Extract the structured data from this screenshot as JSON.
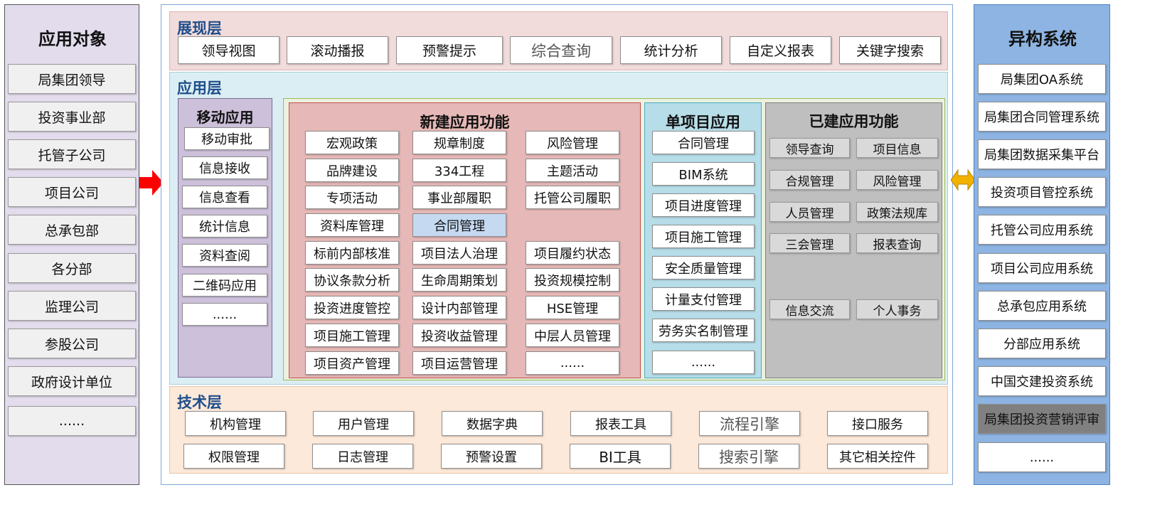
{
  "left_panel": {
    "title": "应用对象",
    "items": [
      "局集团领导",
      "投资事业部",
      "托管子公司",
      "项目公司",
      "总承包部",
      "各分部",
      "监理公司",
      "参股公司",
      "政府设计单位",
      "......"
    ]
  },
  "right_panel": {
    "title": "异构系统",
    "items": [
      "局集团OA系统",
      "局集团合同管理系统",
      "局集团数据采集平台",
      "投资项目管控系统",
      "托管公司应用系统",
      "项目公司应用系统",
      "总承包应用系统",
      "分部应用系统",
      "中国交建投资系统",
      "局集团投资营销评审",
      "......"
    ]
  },
  "presentation_layer": {
    "title": "展现层",
    "items": [
      "领导视图",
      "滚动播报",
      "预警提示",
      "综合查询",
      "统计分析",
      "自定义报表",
      "关键字搜索"
    ]
  },
  "application_layer": {
    "title": "应用层",
    "mobile": {
      "title": "移动应用",
      "items": [
        "移动审批",
        "信息接收",
        "信息查看",
        "统计信息",
        "资料查阅",
        "二维码应用",
        "......"
      ]
    },
    "new_functions": {
      "title": "新建应用功能",
      "items": [
        "宏观政策",
        "规章制度",
        "风险管理",
        "品牌建设",
        "334工程",
        "主题活动",
        "专项活动",
        "事业部履职",
        "托管公司履职",
        "资料库管理",
        "合同管理",
        "标前内部核准",
        "项目法人治理",
        "项目履约状态",
        "协议条款分析",
        "生命周期策划",
        "投资规模控制",
        "投资进度管控",
        "设计内部管理",
        "HSE管理",
        "项目施工管理",
        "投资收益管理",
        "中层人员管理",
        "项目资产管理",
        "项目运营管理",
        "......"
      ]
    },
    "single_project": {
      "title": "单项目应用",
      "items": [
        "合同管理",
        "BIM系统",
        "项目进度管理",
        "项目施工管理",
        "安全质量管理",
        "计量支付管理",
        "劳务实名制管理",
        "......"
      ]
    },
    "built_functions": {
      "title": "已建应用功能",
      "items": [
        "领导查询",
        "项目信息",
        "合规管理",
        "风险管理",
        "人员管理",
        "政策法规库",
        "三会管理",
        "报表查询",
        "信息交流",
        "个人事务"
      ]
    }
  },
  "tech_layer": {
    "title": "技术层",
    "items": [
      "机构管理",
      "用户管理",
      "数据字典",
      "报表工具",
      "流程引擎",
      "接口服务",
      "权限管理",
      "日志管理",
      "预警设置",
      "BI工具",
      "搜索引擎",
      "其它相关控件"
    ]
  },
  "colors": {
    "left_panel_bg": "#e3dcec",
    "right_panel_bg": "#8db4e2",
    "presentation_bg": "#f2dcdb",
    "application_bg": "#dbeef3",
    "mobile_bg": "#ccc0da",
    "new_functions_bg": "#e6b8b7",
    "single_project_bg": "#b7dde8",
    "built_functions_bg": "#bfbfbf",
    "tech_bg": "#fde9d9",
    "layer_title": "#1f4e8c",
    "arrow_red": "#ff0000",
    "arrow_gold": "#f2b200",
    "highlight_box": "#c5d9f1",
    "highlight_gray": "#808080"
  }
}
